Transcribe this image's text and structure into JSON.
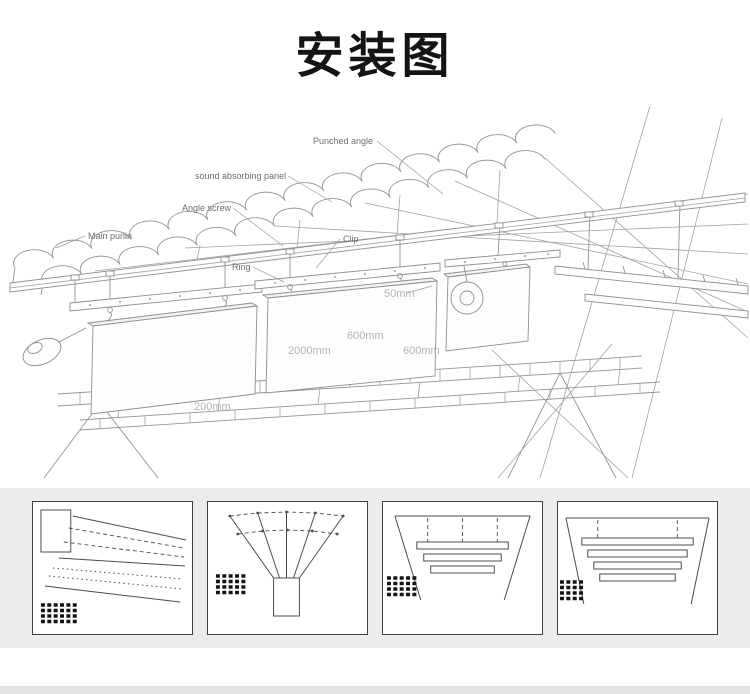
{
  "page": {
    "title": "安装图"
  },
  "diagram": {
    "labels": {
      "punched_angle": "Punched angle",
      "sound_absorbing_panel": "sound absorbing panel",
      "angle_screw": "Angle screw",
      "main_purlin": "Main purlin",
      "clip": "Clip",
      "ring": "Ring"
    },
    "dimensions": {
      "panel_thickness": "50mm",
      "panel_height": "600mm",
      "panel_length": "2000mm",
      "panel_spacing": "600mm",
      "edge_offset": "200mm"
    }
  },
  "thumbnails": {
    "items": [
      {
        "name": "corner-mount-perspective-view"
      },
      {
        "name": "suspension-grid-layout-view"
      },
      {
        "name": "stacked-baffle-elevation-view"
      },
      {
        "name": "stacked-baffle-wide-elevation-view"
      }
    ]
  },
  "colors": {
    "strip_background": "#ececec",
    "drawing_line": "#8f8f8f",
    "dimension_text": "#b4b4b4",
    "label_text": "#6e6e6e"
  }
}
